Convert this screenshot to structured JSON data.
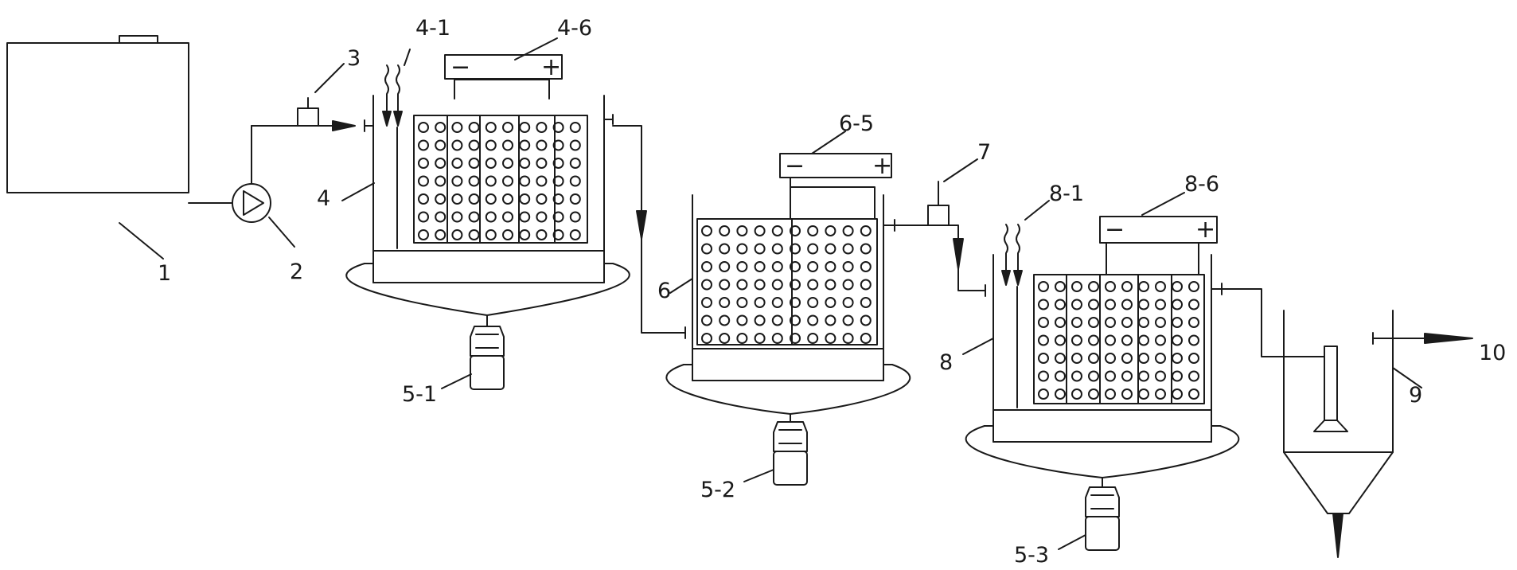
{
  "labels": {
    "tank": "1",
    "pump": "2",
    "flowmeter_1": "3",
    "reactor_1": "4",
    "aerator_1": "4-1",
    "power_1": "4-6",
    "motor_1": "5-1",
    "motor_2": "5-2",
    "motor_3": "5-3",
    "reactor_2": "6",
    "power_2": "6-5",
    "flowmeter_2": "7",
    "reactor_3": "8",
    "aerator_3": "8-1",
    "power_3": "8-6",
    "settler": "9",
    "outlet": "10"
  },
  "power_signs": {
    "minus": "−",
    "plus": "+"
  },
  "colors": {
    "line": "#1a1a1a",
    "background": "#ffffff"
  }
}
